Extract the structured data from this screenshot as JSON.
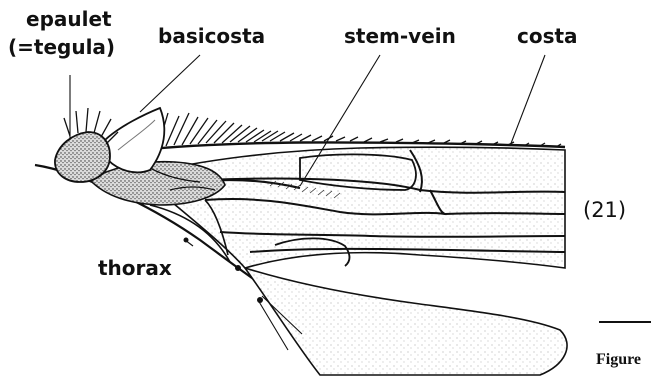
{
  "labels": {
    "epaulet": "epaulet",
    "tegula": "(=tegula)",
    "basicosta": "basicosta",
    "stem_vein": "stem-vein",
    "costa": "costa",
    "thorax": "thorax"
  },
  "figure_number": "(21)",
  "caption_word": "Figure"
}
